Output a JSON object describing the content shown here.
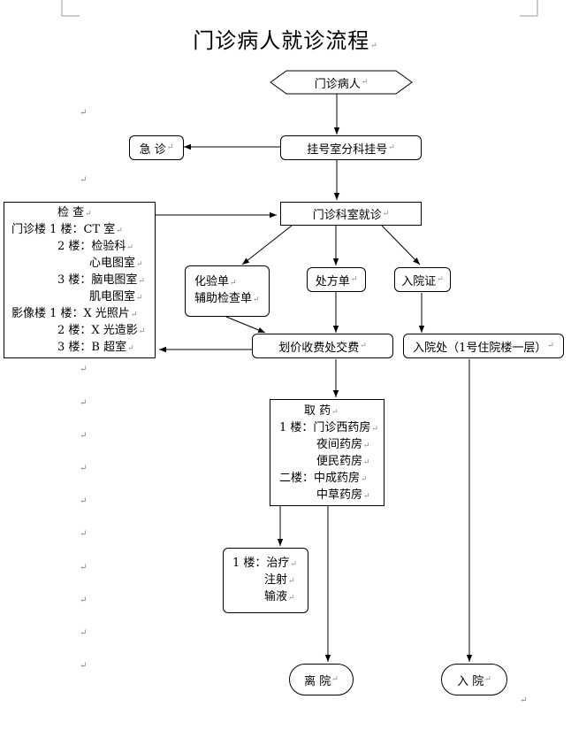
{
  "title": "门诊病人就诊流程",
  "return_mark": "↵",
  "nodes": {
    "start": "门诊病人",
    "registration": "挂号室分科挂号",
    "emergency": "急  诊",
    "clinic": "门诊科室就诊",
    "lab_orders": [
      "化验单",
      "辅助检查单"
    ],
    "prescription": "处方单",
    "admission_cert": "入院证",
    "cashier": "划价收费处交费",
    "admission_office": "入院处（1号住院楼一层）",
    "leave": "离  院",
    "admit": "入  院"
  },
  "exam": {
    "heading": "检      查",
    "lines": [
      "门诊楼 1 楼：CT 室",
      "2 楼：检验科",
      "心电图室",
      "3 楼：脑电图室",
      "肌电图室",
      "影像楼 1 楼：X 光照片",
      "2 楼：X 光造影",
      "3 楼：B 超室"
    ]
  },
  "pharmacy": {
    "heading": "取      药",
    "lines": [
      "1 楼：门诊西药房",
      "夜间药房",
      "便民药房",
      "二楼：中成药房",
      "中草药房"
    ]
  },
  "treatment": {
    "lines": [
      "1 楼：治疗",
      "注射",
      "输液"
    ]
  }
}
